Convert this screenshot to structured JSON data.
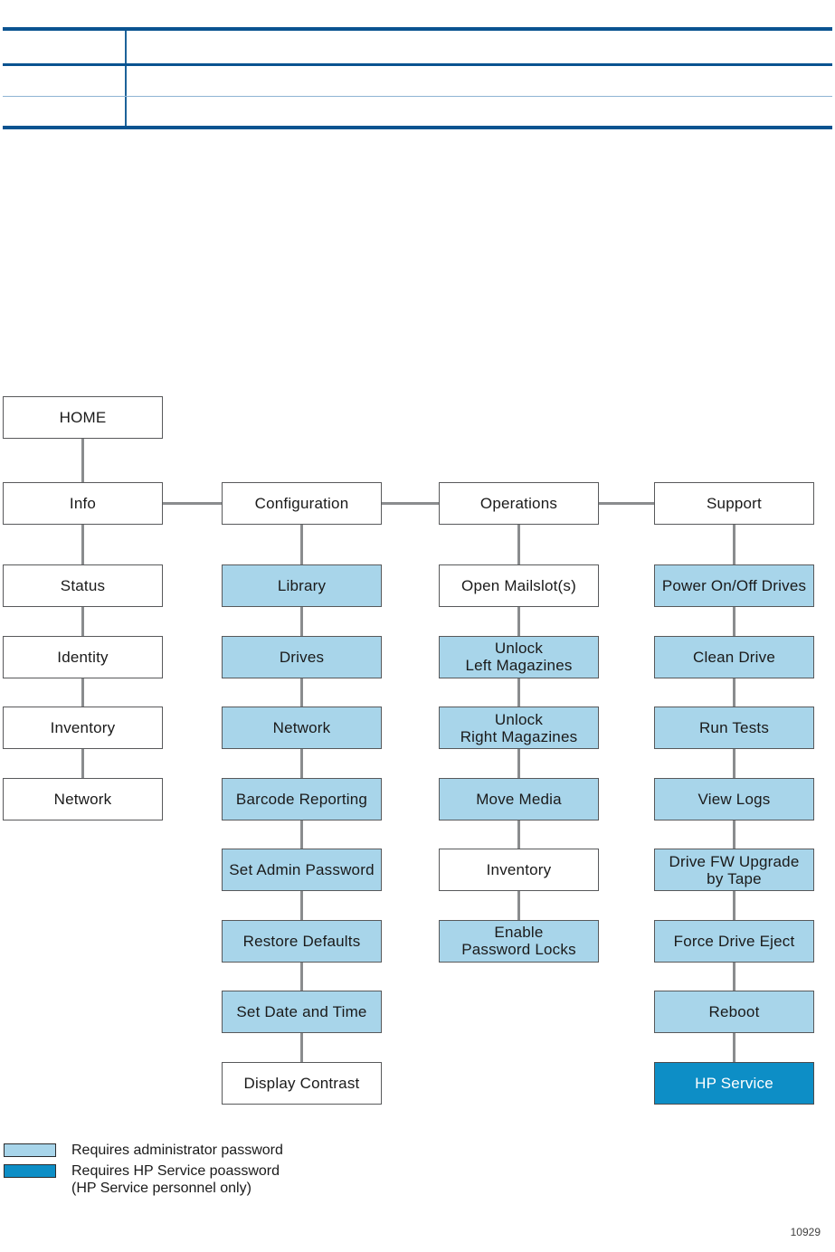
{
  "document": {
    "figure_number": "10929"
  },
  "table": {
    "rows": [
      {
        "cells": [
          "",
          ""
        ]
      },
      {
        "cells": [
          "",
          ""
        ]
      },
      {
        "cells": [
          "",
          ""
        ]
      }
    ]
  },
  "diagram": {
    "root": {
      "label": "HOME",
      "access": "none"
    },
    "columns": [
      {
        "id": "info",
        "header": {
          "label": "Info",
          "access": "none"
        },
        "items": [
          {
            "label": "Status",
            "access": "none"
          },
          {
            "label": "Identity",
            "access": "none"
          },
          {
            "label": "Inventory",
            "access": "none"
          },
          {
            "label": "Network",
            "access": "none"
          }
        ]
      },
      {
        "id": "configuration",
        "header": {
          "label": "Configuration",
          "access": "none"
        },
        "items": [
          {
            "label": "Library",
            "access": "admin"
          },
          {
            "label": "Drives",
            "access": "admin"
          },
          {
            "label": "Network",
            "access": "admin"
          },
          {
            "label": "Barcode Reporting",
            "access": "admin"
          },
          {
            "label": "Set Admin Password",
            "access": "admin"
          },
          {
            "label": "Restore Defaults",
            "access": "admin"
          },
          {
            "label": "Set Date and Time",
            "access": "admin"
          },
          {
            "label": "Display Contrast",
            "access": "none"
          }
        ]
      },
      {
        "id": "operations",
        "header": {
          "label": "Operations",
          "access": "none"
        },
        "items": [
          {
            "label": "Open Mailslot(s)",
            "access": "none"
          },
          {
            "label": "Unlock\nLeft Magazines",
            "access": "admin"
          },
          {
            "label": "Unlock\nRight Magazines",
            "access": "admin"
          },
          {
            "label": "Move Media",
            "access": "admin"
          },
          {
            "label": "Inventory",
            "access": "none"
          },
          {
            "label": "Enable\nPassword Locks",
            "access": "admin"
          }
        ]
      },
      {
        "id": "support",
        "header": {
          "label": "Support",
          "access": "none"
        },
        "items": [
          {
            "label": "Power On/Off Drives",
            "access": "admin"
          },
          {
            "label": "Clean Drive",
            "access": "admin"
          },
          {
            "label": "Run Tests",
            "access": "admin"
          },
          {
            "label": "View Logs",
            "access": "admin"
          },
          {
            "label": "Drive FW Upgrade\nby Tape",
            "access": "admin"
          },
          {
            "label": "Force Drive Eject",
            "access": "admin"
          },
          {
            "label": "Reboot",
            "access": "admin"
          },
          {
            "label": "HP Service",
            "access": "service"
          }
        ]
      }
    ]
  },
  "legend": {
    "entries": [
      {
        "swatch": "admin",
        "text": "Requires administrator password",
        "sub": ""
      },
      {
        "swatch": "service",
        "text": "Requires HP Service poassword",
        "sub": "(HP Service personnel only)"
      }
    ]
  },
  "colors": {
    "admin_fill": "#a8d5ea",
    "service_fill": "#0d8ec6",
    "node_border": "#58595b",
    "connector": "#8a8c8e",
    "table_bar": "#0a5390",
    "table_rule_light": "#8fb4d4"
  }
}
